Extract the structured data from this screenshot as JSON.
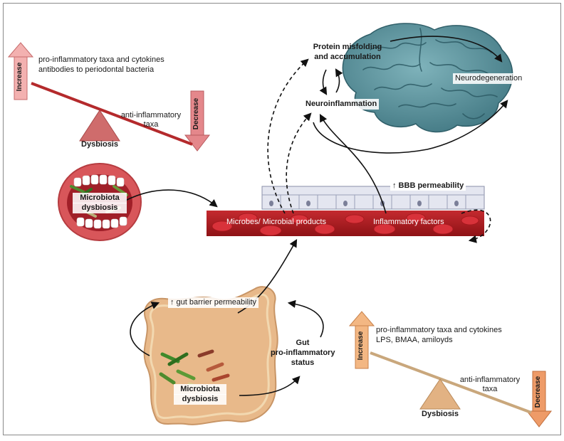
{
  "colors": {
    "vessel": "#b51d22",
    "rbc": "#d8323a",
    "brain": "#4f8994",
    "gut": "#e8b98a",
    "increase_left": "#f3b1b0",
    "decrease_left": "#e4878b",
    "increase_right": "#f3b783",
    "decrease_right": "#ee9b68",
    "triangle_left": "#cf6c6c",
    "triangle_right": "#e2b283"
  },
  "icons": [
    "double-headed-curved-arrow-icon",
    "dashed-arrow-icon",
    "solid-arrow-icon"
  ],
  "top_left_seesaw": {
    "increase_label": "Increase",
    "decrease_label": "Decrease",
    "items_line1": "pro-inflammatory taxa and cytokines",
    "items_line2": "antibodies to periodontal bacteria",
    "anti_line1": "anti-inflammatory",
    "anti_line2": "taxa",
    "fulcrum_label": "Dysbiosis"
  },
  "mouth": {
    "label_line1": "Microbiota",
    "label_line2": "dysbiosis"
  },
  "brain": {
    "protein_line1": "Protein misfolding",
    "protein_line2": "and accumulation",
    "neuroinflammation": "Neuroinflammation",
    "neurodegeneration": "Neurodegeneration"
  },
  "vessel": {
    "bbb": "↑ BBB permeability",
    "microbes": "Microbes/ Microbial products",
    "inflammatory": "Inflammatory factors"
  },
  "gut": {
    "barrier": "↑ gut barrier permeability",
    "status_line1": "Gut",
    "status_line2": "pro-inflammatory",
    "status_line3": "status",
    "label_line1": "Microbiota",
    "label_line2": "dysbiosis"
  },
  "bottom_right_seesaw": {
    "increase_label": "Increase",
    "decrease_label": "Decrease",
    "items_line1": "pro-inflammatory taxa and cytokines",
    "items_line2": "LPS, BMAA, amiloyds",
    "anti_line1": "anti-inflammatory",
    "anti_line2": "taxa",
    "fulcrum_label": "Dysbiosis"
  }
}
